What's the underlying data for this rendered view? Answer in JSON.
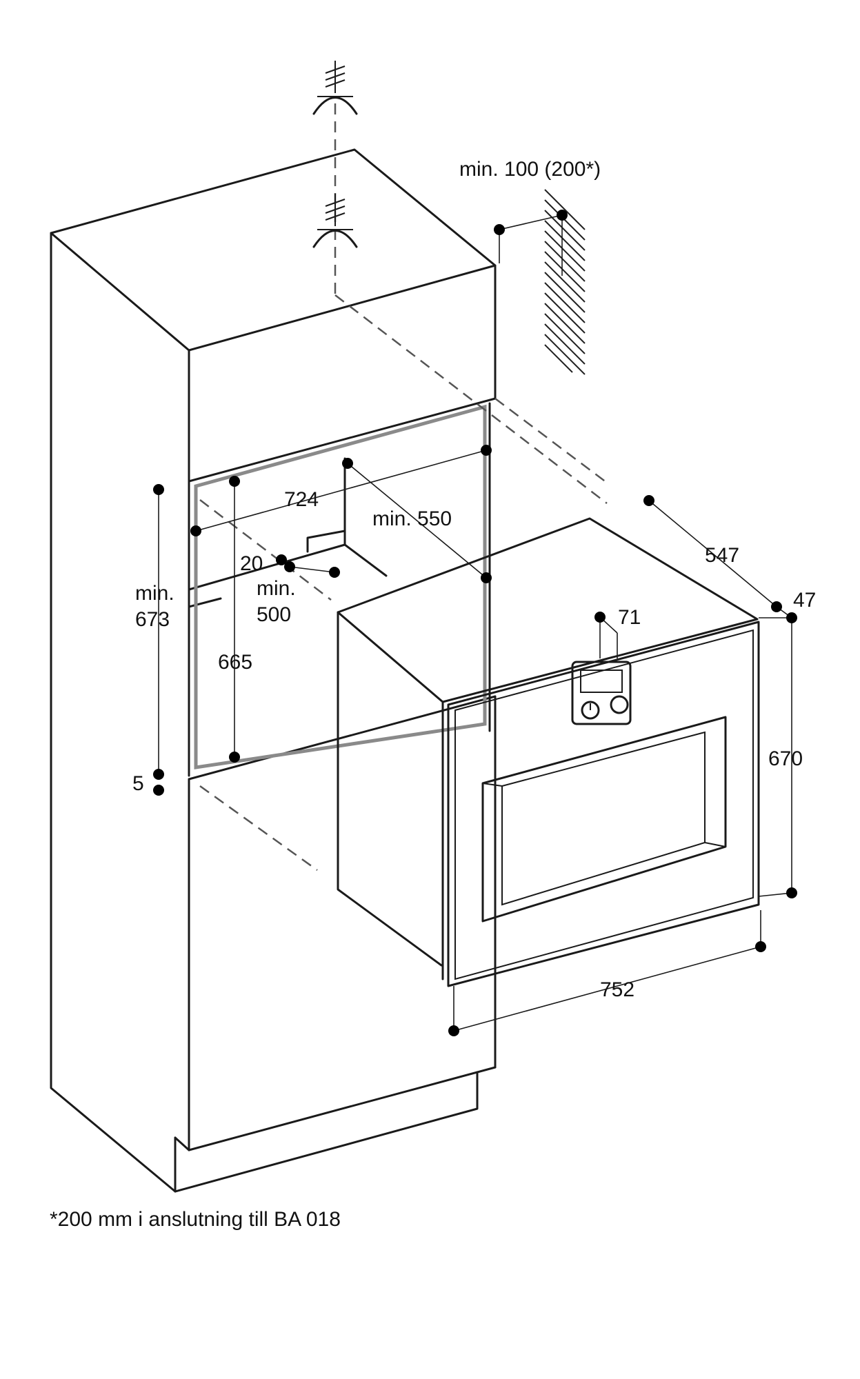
{
  "dimensions": {
    "min_100_200": "min. 100 (200*)",
    "d724": "724",
    "min550": "min. 550",
    "d547": "547",
    "d47": "47",
    "d20": "20",
    "min500_line1": "min.",
    "min500_line2": "500",
    "min673_line1": "min.",
    "min673_line2": "673",
    "d665": "665",
    "d71": "71",
    "d670": "670",
    "d5": "5",
    "d752": "752"
  },
  "footnote": "*200 mm i anslutning till BA 018"
}
